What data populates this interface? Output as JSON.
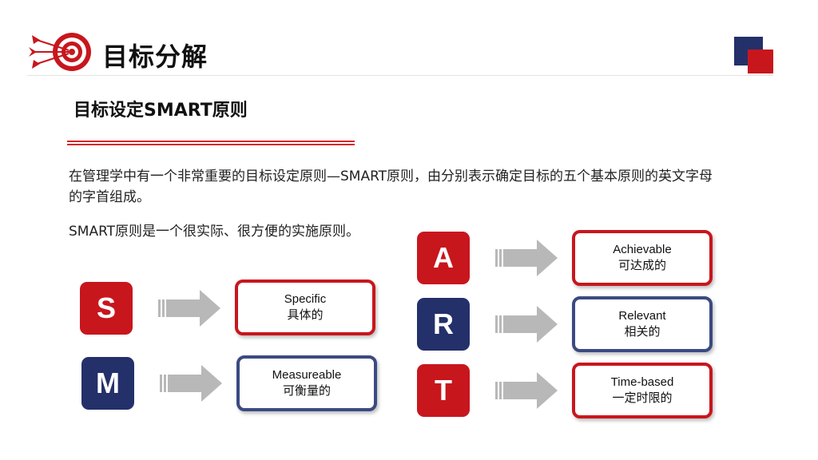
{
  "header": {
    "title": "目标分解"
  },
  "section": {
    "title": "目标设定SMART原则"
  },
  "intro": {
    "paragraph1": "在管理学中有一个非常重要的目标设定原则—SMART原则，由分别表示确定目标的五个基本原则的英文字母的字首组成。",
    "paragraph2": "SMART原则是一个很实际、很方便的实施原则。"
  },
  "principles": [
    {
      "letter": "S",
      "en": "Specific",
      "zh": "具体的",
      "color": "#c8161d"
    },
    {
      "letter": "M",
      "en": "Measureable",
      "zh": "可衡量的",
      "color": "#24306a"
    },
    {
      "letter": "A",
      "en": "Achievable",
      "zh": "可达成的",
      "color": "#c8161d"
    },
    {
      "letter": "R",
      "en": "Relevant",
      "zh": "相关的",
      "color": "#24306a"
    },
    {
      "letter": "T",
      "en": "Time-based",
      "zh": "一定时限的",
      "color": "#c8161d"
    }
  ],
  "colors": {
    "accent_red": "#c8161d",
    "accent_navy": "#24306a"
  },
  "icons": {
    "logo": "target-with-arrows-icon",
    "arrow": "right-arrow-icon"
  }
}
